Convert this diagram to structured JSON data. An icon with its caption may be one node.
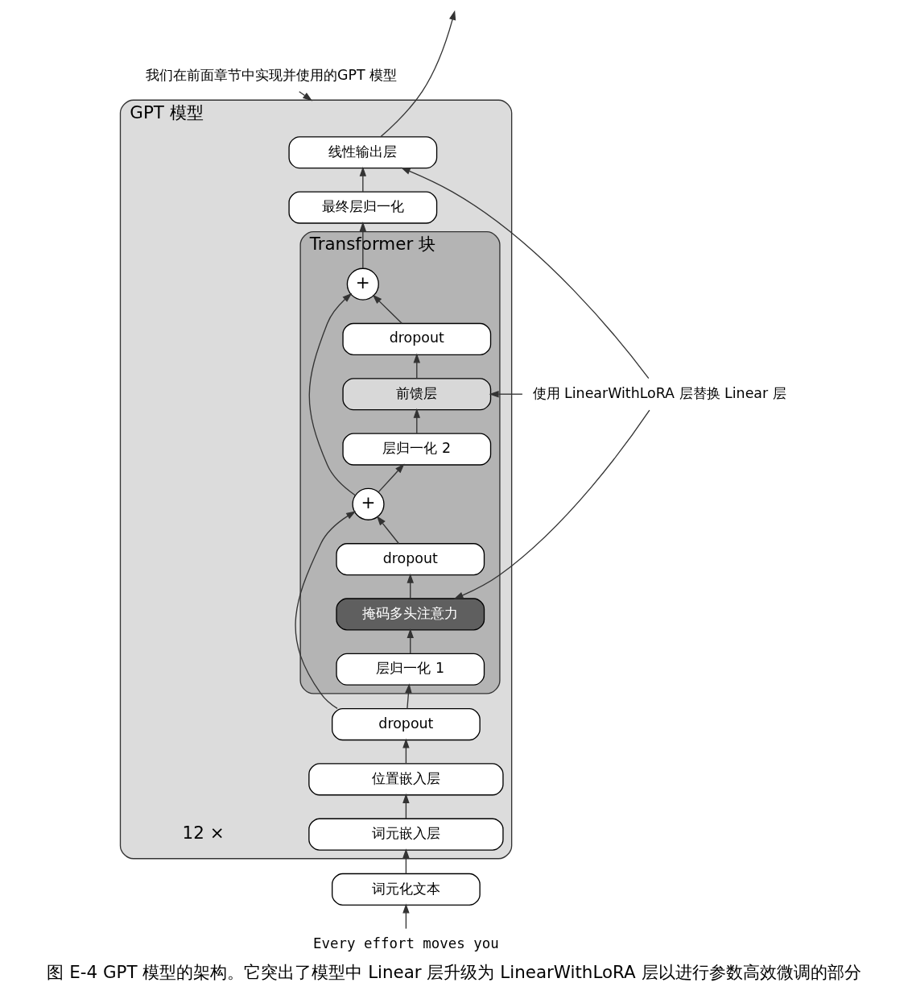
{
  "diagram": {
    "caption": "图 E-4 GPT 模型的架构。它突出了模型中 Linear 层升级为 LinearWithLoRA 层以进行参数高效微调的部分",
    "nodes": [
      {
        "text": [
          "GPT 模型"
        ]
      },
      {
        "text": [
          "线性输出层"
        ],
        "in": 0
      },
      {
        "text": [
          "最终层归一化"
        ],
        "in": 0
      },
      {
        "text": [
          "Transformer 块"
        ],
        "in": 0
      },
      {
        "text": [
          "+"
        ],
        "in": 3
      },
      {
        "text": [
          "dropout"
        ],
        "in": 3
      },
      {
        "text": [
          "前馈层"
        ],
        "in": 3
      },
      {
        "text": [
          "层归一化 2"
        ],
        "in": 3
      },
      {
        "text": [
          "+"
        ],
        "in": 3
      },
      {
        "text": [
          "dropout"
        ],
        "in": 3
      },
      {
        "text": [
          "掩码多头注意力"
        ],
        "in": 3
      },
      {
        "text": [
          "层归一化 1"
        ],
        "in": 3
      },
      {
        "text": [
          "dropout"
        ],
        "in": 0
      },
      {
        "text": [
          "位置嵌入层"
        ],
        "in": 0
      },
      {
        "text": [
          "词元嵌入层"
        ],
        "in": 0
      },
      {
        "text": [
          "词元化文本"
        ]
      },
      {
        "text": [
          "Every effort moves you"
        ]
      },
      {
        "text": [
          "我们在前面章节中实现并使用的GPT 模型"
        ]
      },
      {
        "text": [
          "使用 LinearWithLoRA 层替换 Linear 层"
        ]
      }
    ],
    "edges": [
      {
        "from": 16,
        "to": 15,
        "arrow": "to"
      },
      {
        "from": 15,
        "to": 14,
        "arrow": "to"
      },
      {
        "from": 14,
        "to": 13,
        "arrow": "to"
      },
      {
        "from": 13,
        "to": 12,
        "arrow": "to"
      },
      {
        "from": 12,
        "to": 11,
        "arrow": "to"
      },
      {
        "from": 11,
        "to": 10,
        "arrow": "to"
      },
      {
        "from": 10,
        "to": 9,
        "arrow": "to"
      },
      {
        "from": 9,
        "to": 8,
        "arrow": "to"
      },
      {
        "from": 12,
        "to": 8,
        "arrow": "to"
      },
      {
        "from": 8,
        "to": 7,
        "arrow": "to"
      },
      {
        "from": 7,
        "to": 6,
        "arrow": "to"
      },
      {
        "from": 6,
        "to": 5,
        "arrow": "to"
      },
      {
        "from": 5,
        "to": 4,
        "arrow": "to"
      },
      {
        "from": 8,
        "to": 4,
        "arrow": "to"
      },
      {
        "from": 4,
        "to": 2,
        "arrow": "to"
      },
      {
        "from": 2,
        "to": 1,
        "arrow": "to"
      },
      {
        "from": 1,
        "to": null,
        "arrow": "to"
      },
      {
        "from": 17,
        "to": 0,
        "arrow": "to"
      },
      {
        "from": 18,
        "to": 1,
        "arrow": "to"
      },
      {
        "from": 18,
        "to": 6,
        "arrow": "to"
      },
      {
        "from": 18,
        "to": 10,
        "arrow": "to"
      }
    ],
    "labels": [
      "12 ×"
    ]
  }
}
